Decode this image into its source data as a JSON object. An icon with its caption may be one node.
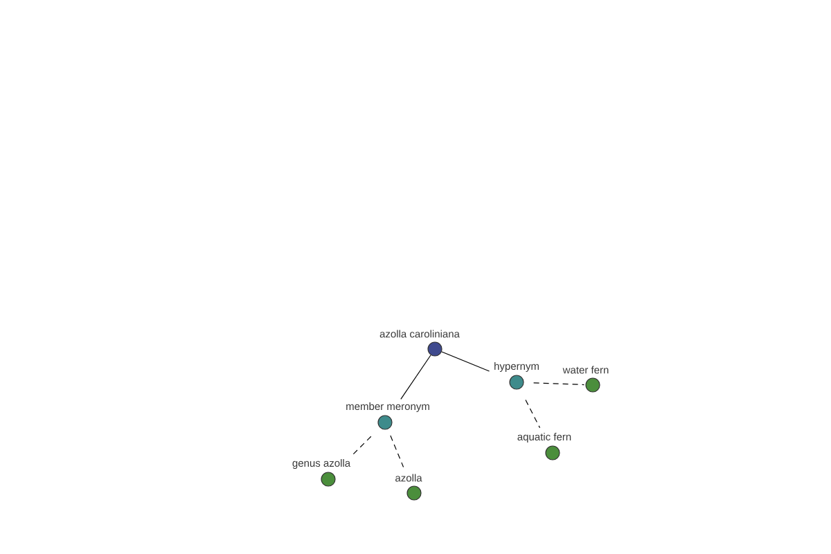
{
  "diagram": {
    "nodes": [
      {
        "text": [
          "azolla caroliniana"
        ]
      },
      {
        "text": [
          "hypernym"
        ]
      },
      {
        "text": [
          "water fern"
        ]
      },
      {
        "text": [
          "member meronym"
        ]
      },
      {
        "text": [
          "aquatic fern"
        ]
      },
      {
        "text": [
          "genus azolla"
        ]
      },
      {
        "text": [
          "azolla"
        ]
      }
    ],
    "edges": [
      {
        "from": 0,
        "to": 1,
        "arrow": "none"
      },
      {
        "from": 1,
        "to": 2,
        "arrow": "none",
        "style": "dashed"
      },
      {
        "from": 1,
        "to": 4,
        "arrow": "none",
        "style": "dashed"
      },
      {
        "from": 0,
        "to": 3,
        "arrow": "none"
      },
      {
        "from": 3,
        "to": 5,
        "arrow": "none",
        "style": "dashed"
      },
      {
        "from": 3,
        "to": 6,
        "arrow": "none",
        "style": "dashed"
      }
    ]
  }
}
